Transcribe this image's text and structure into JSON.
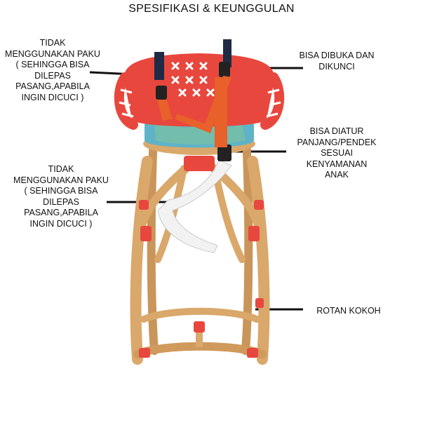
{
  "title": "SPESIFIKASI & KEUNGGULAN",
  "callouts": {
    "top_left": "TIDAK\nMENGGUNAKAN PAKU\n( SEHINGGA BISA\nDILEPAS\nPASANG,APABILA\nINGIN DICUCI )",
    "middle_left": "TIDAK\nMENGGUNAKAN PAKU\n( SEHINGGA BISA\nDILEPAS\nPASANG,APABILA\nINGIN DICUCI )",
    "top_right": "BISA DIBUKA DAN\nDIKUNCI",
    "middle_right": "BISA DIATUR\nPANJANG/PENDEK\nSESUAI\nKENYAMANAN\nANAK",
    "bottom_right": "ROTAN KOKOH"
  },
  "colors": {
    "rattan": "#d9a86a",
    "rattan_dark": "#b9844a",
    "red_weave": "#e8473e",
    "strap_orange": "#e8602a",
    "strap_navy": "#1f2a44",
    "cushion_teal": "#5fb3c8",
    "strap_white": "#f2f2f2"
  }
}
